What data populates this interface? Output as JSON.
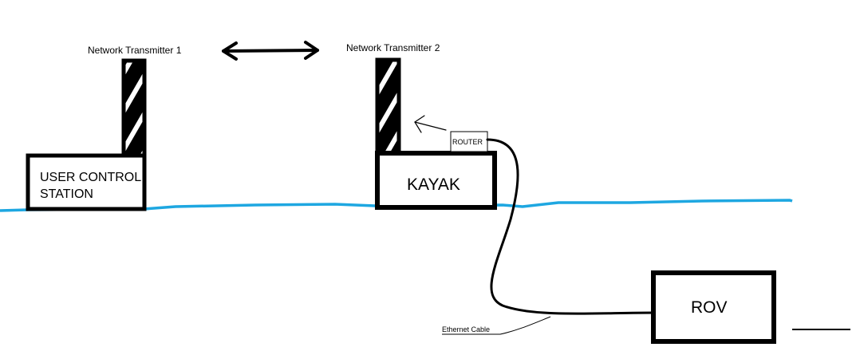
{
  "labels": {
    "transmitter_1": "Network Transmitter 1",
    "transmitter_2": "Network Transmitter 2",
    "user_station_line1": "USER CONTROL",
    "user_station_line2": "STATION",
    "kayak": "KAYAK",
    "router": "ROUTER",
    "rov": "ROV",
    "ethernet_cable": "Ethernet Cable"
  },
  "colors": {
    "water": "#1ea7e1",
    "ink": "#000000",
    "background": "#ffffff"
  }
}
